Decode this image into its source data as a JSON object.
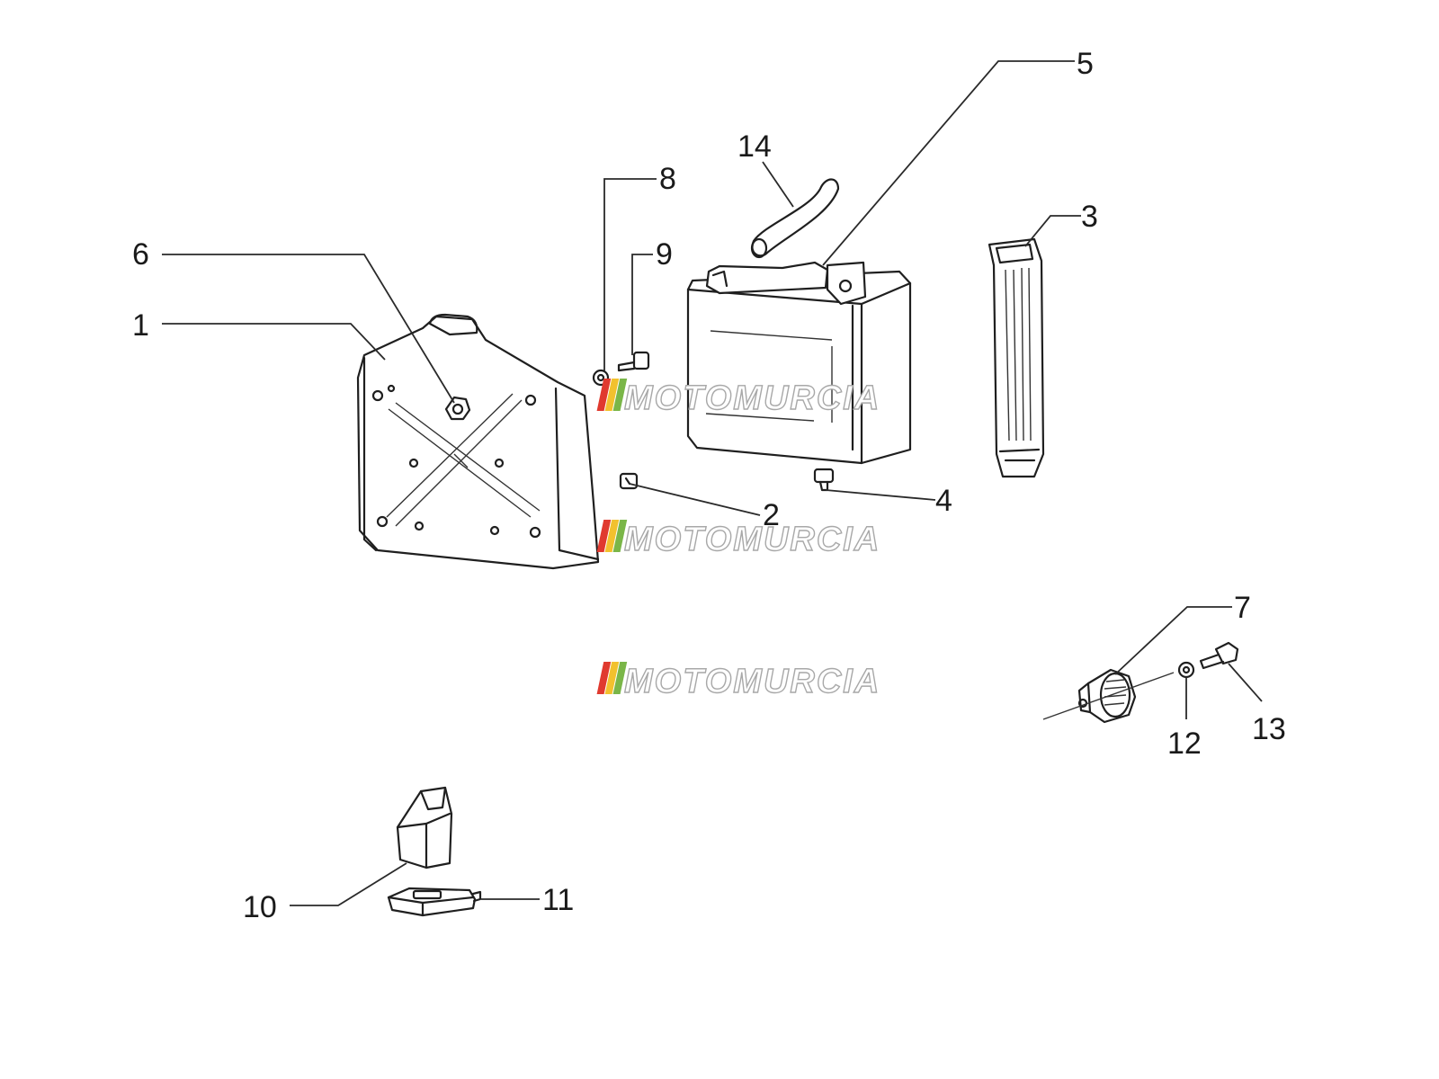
{
  "watermark": {
    "text": "MOTOMURCIA",
    "stripe_colors": [
      "#e03a2f",
      "#f2c12e",
      "#7ab648"
    ]
  },
  "callouts": [
    "1",
    "2",
    "3",
    "4",
    "5",
    "6",
    "7",
    "8",
    "9",
    "10",
    "11",
    "12",
    "13",
    "14"
  ]
}
